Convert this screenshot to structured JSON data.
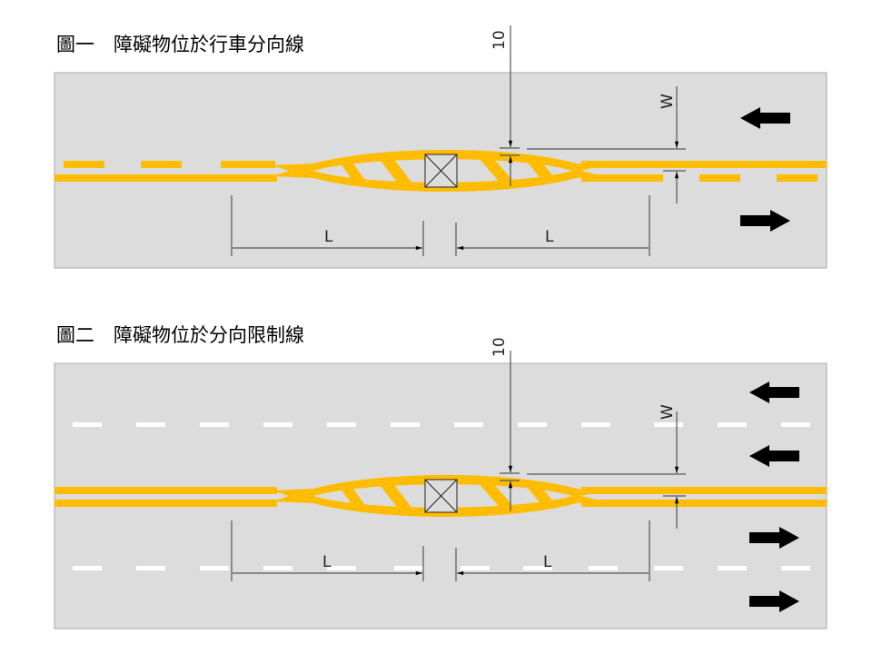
{
  "figure1": {
    "title": "圖一　障礙物位於行車分向線",
    "offset_label": "10",
    "width_label": "W",
    "length_label_left": "L",
    "length_label_right": "L"
  },
  "figure2": {
    "title": "圖二　障礙物位於分向限制線",
    "offset_label": "10",
    "width_label": "W",
    "length_label_left": "L",
    "length_label_right": "L"
  },
  "colors": {
    "road": "#dcdcdc",
    "marking_yellow": "#ffbc00",
    "lane_white": "#ffffff",
    "arrow": "#000000"
  }
}
